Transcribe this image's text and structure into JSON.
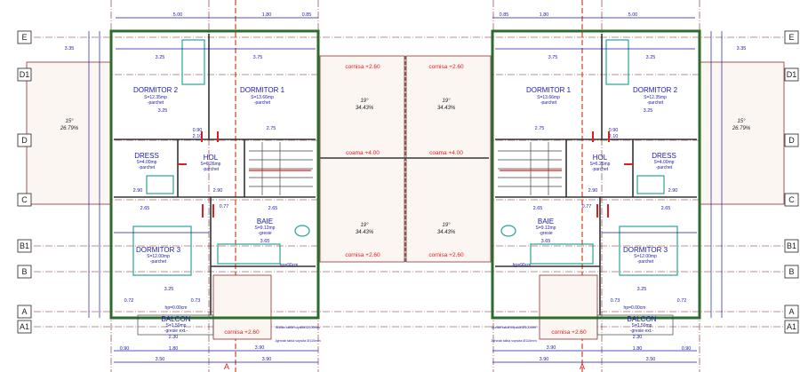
{
  "axes_left": [
    "E",
    "D1",
    "D",
    "C",
    "B1",
    "B",
    "A",
    "A1"
  ],
  "axes_right": [
    "E",
    "D1",
    "D",
    "C",
    "B1",
    "B",
    "A",
    "A1"
  ],
  "section_marker": "A",
  "colors": {
    "walls": "#2d6b2d",
    "dimensions": "#1a1aa8",
    "annotations": "#e21c1c",
    "fixtures": "#2aa29a"
  },
  "rooms_left": [
    {
      "name": "DORMITOR 2",
      "area": "S=12.35mp",
      "finish": "-parchet"
    },
    {
      "name": "DORMITOR 1",
      "area": "S=13.66mp",
      "finish": "-parchet"
    },
    {
      "name": "DRESS",
      "area": "S=4.00mp",
      "finish": "-parchet"
    },
    {
      "name": "HOL",
      "area": "S=6.26mp",
      "finish": "-parchet"
    },
    {
      "name": "BAIE",
      "area": "S=9.12mp",
      "finish": "-gresie"
    },
    {
      "name": "DORMITOR 3",
      "area": "S=12.00mp",
      "finish": "-parchet"
    },
    {
      "name": "BALCON",
      "area": "S=1.50mp",
      "finish": "-gresie ext.-"
    }
  ],
  "rooms_right": [
    {
      "name": "DORMITOR 1",
      "area": "S=13.66mp",
      "finish": "-parchet"
    },
    {
      "name": "DORMITOR 2",
      "area": "S=12.35mp",
      "finish": "-parchet"
    },
    {
      "name": "HOL",
      "area": "S=6.26mp",
      "finish": "-parchet"
    },
    {
      "name": "DRESS",
      "area": "S=4.00mp",
      "finish": "-parchet"
    },
    {
      "name": "BAIE",
      "area": "S=9.12mp",
      "finish": "-gresie"
    },
    {
      "name": "DORMITOR 3",
      "area": "S=12.00mp",
      "finish": "-parchet"
    },
    {
      "name": "BALCON",
      "area": "S=1.50mp",
      "finish": "-gresie ext.-"
    }
  ],
  "roof": {
    "cornice": "cornisa +2.60",
    "ridge": "coama +4.00",
    "side_slope_deg": "15°",
    "side_slope_pct": "26.79%",
    "center_slope_deg": "19°",
    "center_slope_pct": "34.43%"
  },
  "notes": {
    "window_sill": "hp=90cm",
    "balcony_sill": "hp=0.00cm",
    "downpipe": "Burlan tabla vopsita Ø100mm",
    "gutter": "Jgheab tabla vopsita Ø110mm"
  },
  "dims": {
    "top": [
      "5.00",
      "1.80",
      "0.85"
    ],
    "left_offset": "3.35",
    "row1": [
      "3.25",
      "3.75"
    ],
    "row2": [
      "3.25",
      "2.75"
    ],
    "row3": [
      "2.90",
      "2.90"
    ],
    "row4": [
      "2.65",
      "2.65"
    ],
    "baie": "3.65",
    "dorm3": "3.25",
    "bal": [
      "0.72",
      "0.73"
    ],
    "bottom1": [
      "2.30",
      "3.90"
    ],
    "bottom2": [
      "1.80",
      "0.90"
    ],
    "bottom3": [
      "3.50",
      "3.90"
    ],
    "doors": [
      "0.90",
      "2.10",
      "0.77"
    ]
  }
}
